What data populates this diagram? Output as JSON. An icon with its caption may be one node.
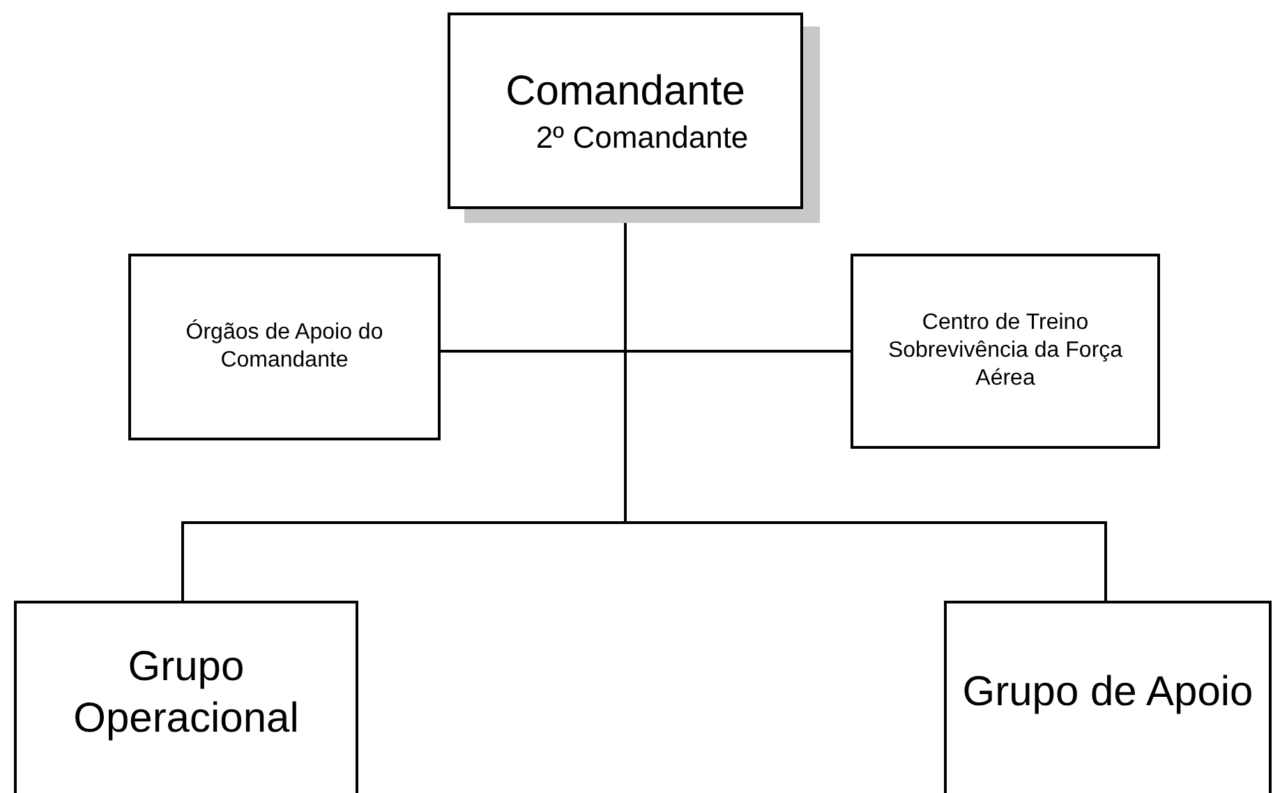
{
  "diagram": {
    "nodes": [
      {
        "text": [
          "Comandante",
          "2º Comandante"
        ]
      },
      {
        "text": [
          "Órgãos de Apoio do Comandante"
        ]
      },
      {
        "text": [
          "Centro de Treino Sobrevivência da Força Aérea"
        ]
      },
      {
        "text": [
          "Grupo Operacional"
        ]
      },
      {
        "text": [
          "Grupo de Apoio"
        ]
      }
    ],
    "edges": [
      {
        "from": 0,
        "to": 1,
        "arrow": "none"
      },
      {
        "from": 0,
        "to": 2,
        "arrow": "none"
      },
      {
        "from": 0,
        "to": 3,
        "arrow": "none"
      },
      {
        "from": 0,
        "to": 4,
        "arrow": "none"
      }
    ]
  }
}
